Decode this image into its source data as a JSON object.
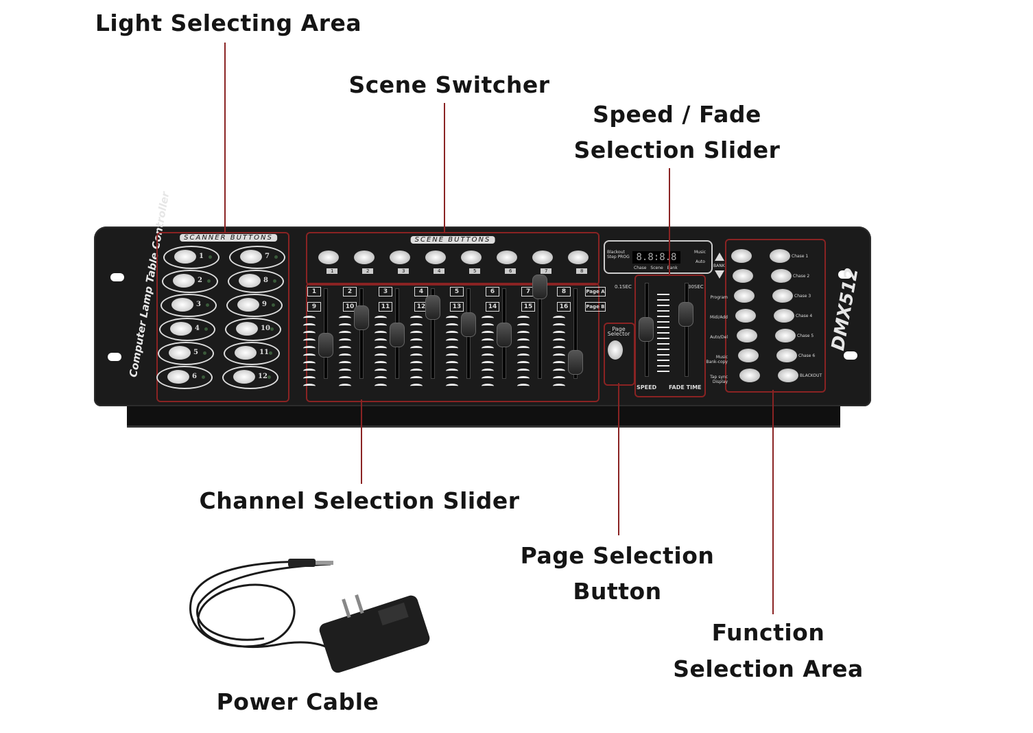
{
  "annotations": {
    "light_selecting": "Light Selecting Area",
    "scene_switcher": "Scene Switcher",
    "speed_fade_1": "Speed / Fade",
    "speed_fade_2": "Selection Slider",
    "channel_slider": "Channel Selection Slider",
    "page_selection_1": "Page Selection",
    "page_selection_2": "Button",
    "function_1": "Function",
    "function_2": "Selection Area",
    "power_cable": "Power Cable"
  },
  "colors": {
    "callout_line": "#8a2323",
    "panel": "#1b1b1b",
    "label_text": "#151515"
  },
  "device": {
    "side_label": "Computer Lamp Table Controller",
    "model": "DMX512",
    "scanner_title": "SCANNER BUTTONS",
    "scanner_buttons": [
      "1",
      "2",
      "3",
      "4",
      "5",
      "6",
      "7",
      "8",
      "9",
      "10",
      "11",
      "12"
    ],
    "scene_title": "SCENE BUTTONS",
    "scene_buttons": [
      "1",
      "2",
      "3",
      "4",
      "5",
      "6",
      "7",
      "8"
    ],
    "channels_top": [
      "1",
      "2",
      "3",
      "4",
      "5",
      "6",
      "7",
      "8"
    ],
    "channels_bottom": [
      "9",
      "10",
      "11",
      "12",
      "13",
      "14",
      "15",
      "16"
    ],
    "page_a": "Page A",
    "page_b": "Page B",
    "page_selector": "Page Selector",
    "display": {
      "digits": "8.8:8.8",
      "left": "Blackout Step PROG",
      "right_top": "Music",
      "right_bottom": "Auto",
      "bottom": "Chase Scene Bank"
    },
    "bank": "BANK",
    "speed_label": "SPEED",
    "fade_label": "FADE TIME",
    "speed_min": "0.1SEC",
    "fade_max": "30SEC",
    "function_left": [
      "Program",
      "Midi/Add",
      "Auto/Del",
      "Music Bank-copy",
      "Tap sync Display"
    ],
    "function_right": [
      "Chase 1",
      "Chase 2",
      "Chase 3",
      "Chase 4",
      "Chase 5",
      "Chase 6",
      "BLACKOUT"
    ]
  }
}
